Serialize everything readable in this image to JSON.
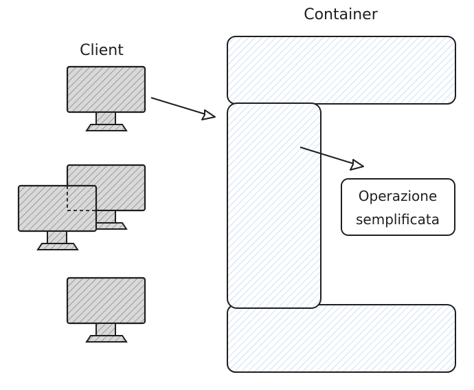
{
  "labels": {
    "client": "Client",
    "container": "Container",
    "operation_line1": "Operazione",
    "operation_line2": "semplificata"
  },
  "colors": {
    "stroke": "#1e1e1e",
    "monitor_fill": "#d9d9d9",
    "container_fill": "#e7f1fb",
    "container_hatch": "#a5c8ec",
    "background": "#ffffff"
  },
  "icons": {
    "client": "desktop-monitor-icon",
    "arrow": "arrow-icon"
  }
}
